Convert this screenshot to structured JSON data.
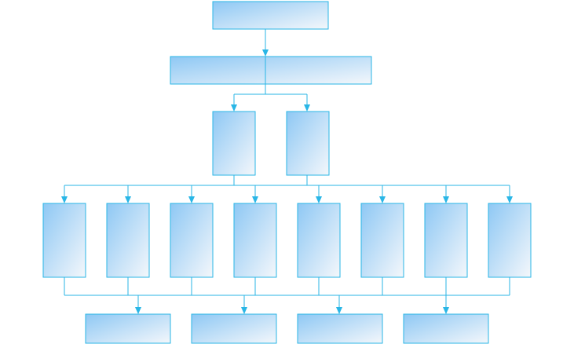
{
  "colors": {
    "stroke": "#29b6e6",
    "box_fill_top": "#8ec8f4",
    "box_fill_bottom": "#f4f7fb",
    "background": "#ffffff"
  },
  "diagram": {
    "type": "org-chart",
    "levels": [
      {
        "name": "level-1",
        "box_count": 1,
        "labels": [
          ""
        ]
      },
      {
        "name": "level-2",
        "box_count": 1,
        "split": 2,
        "labels": [
          "",
          ""
        ]
      },
      {
        "name": "level-3",
        "box_count": 2,
        "labels": [
          "",
          ""
        ]
      },
      {
        "name": "level-4",
        "box_count": 8,
        "labels": [
          "",
          "",
          "",
          "",
          "",
          "",
          "",
          ""
        ]
      },
      {
        "name": "level-5",
        "box_count": 4,
        "labels": [
          "",
          "",
          "",
          ""
        ]
      }
    ]
  }
}
